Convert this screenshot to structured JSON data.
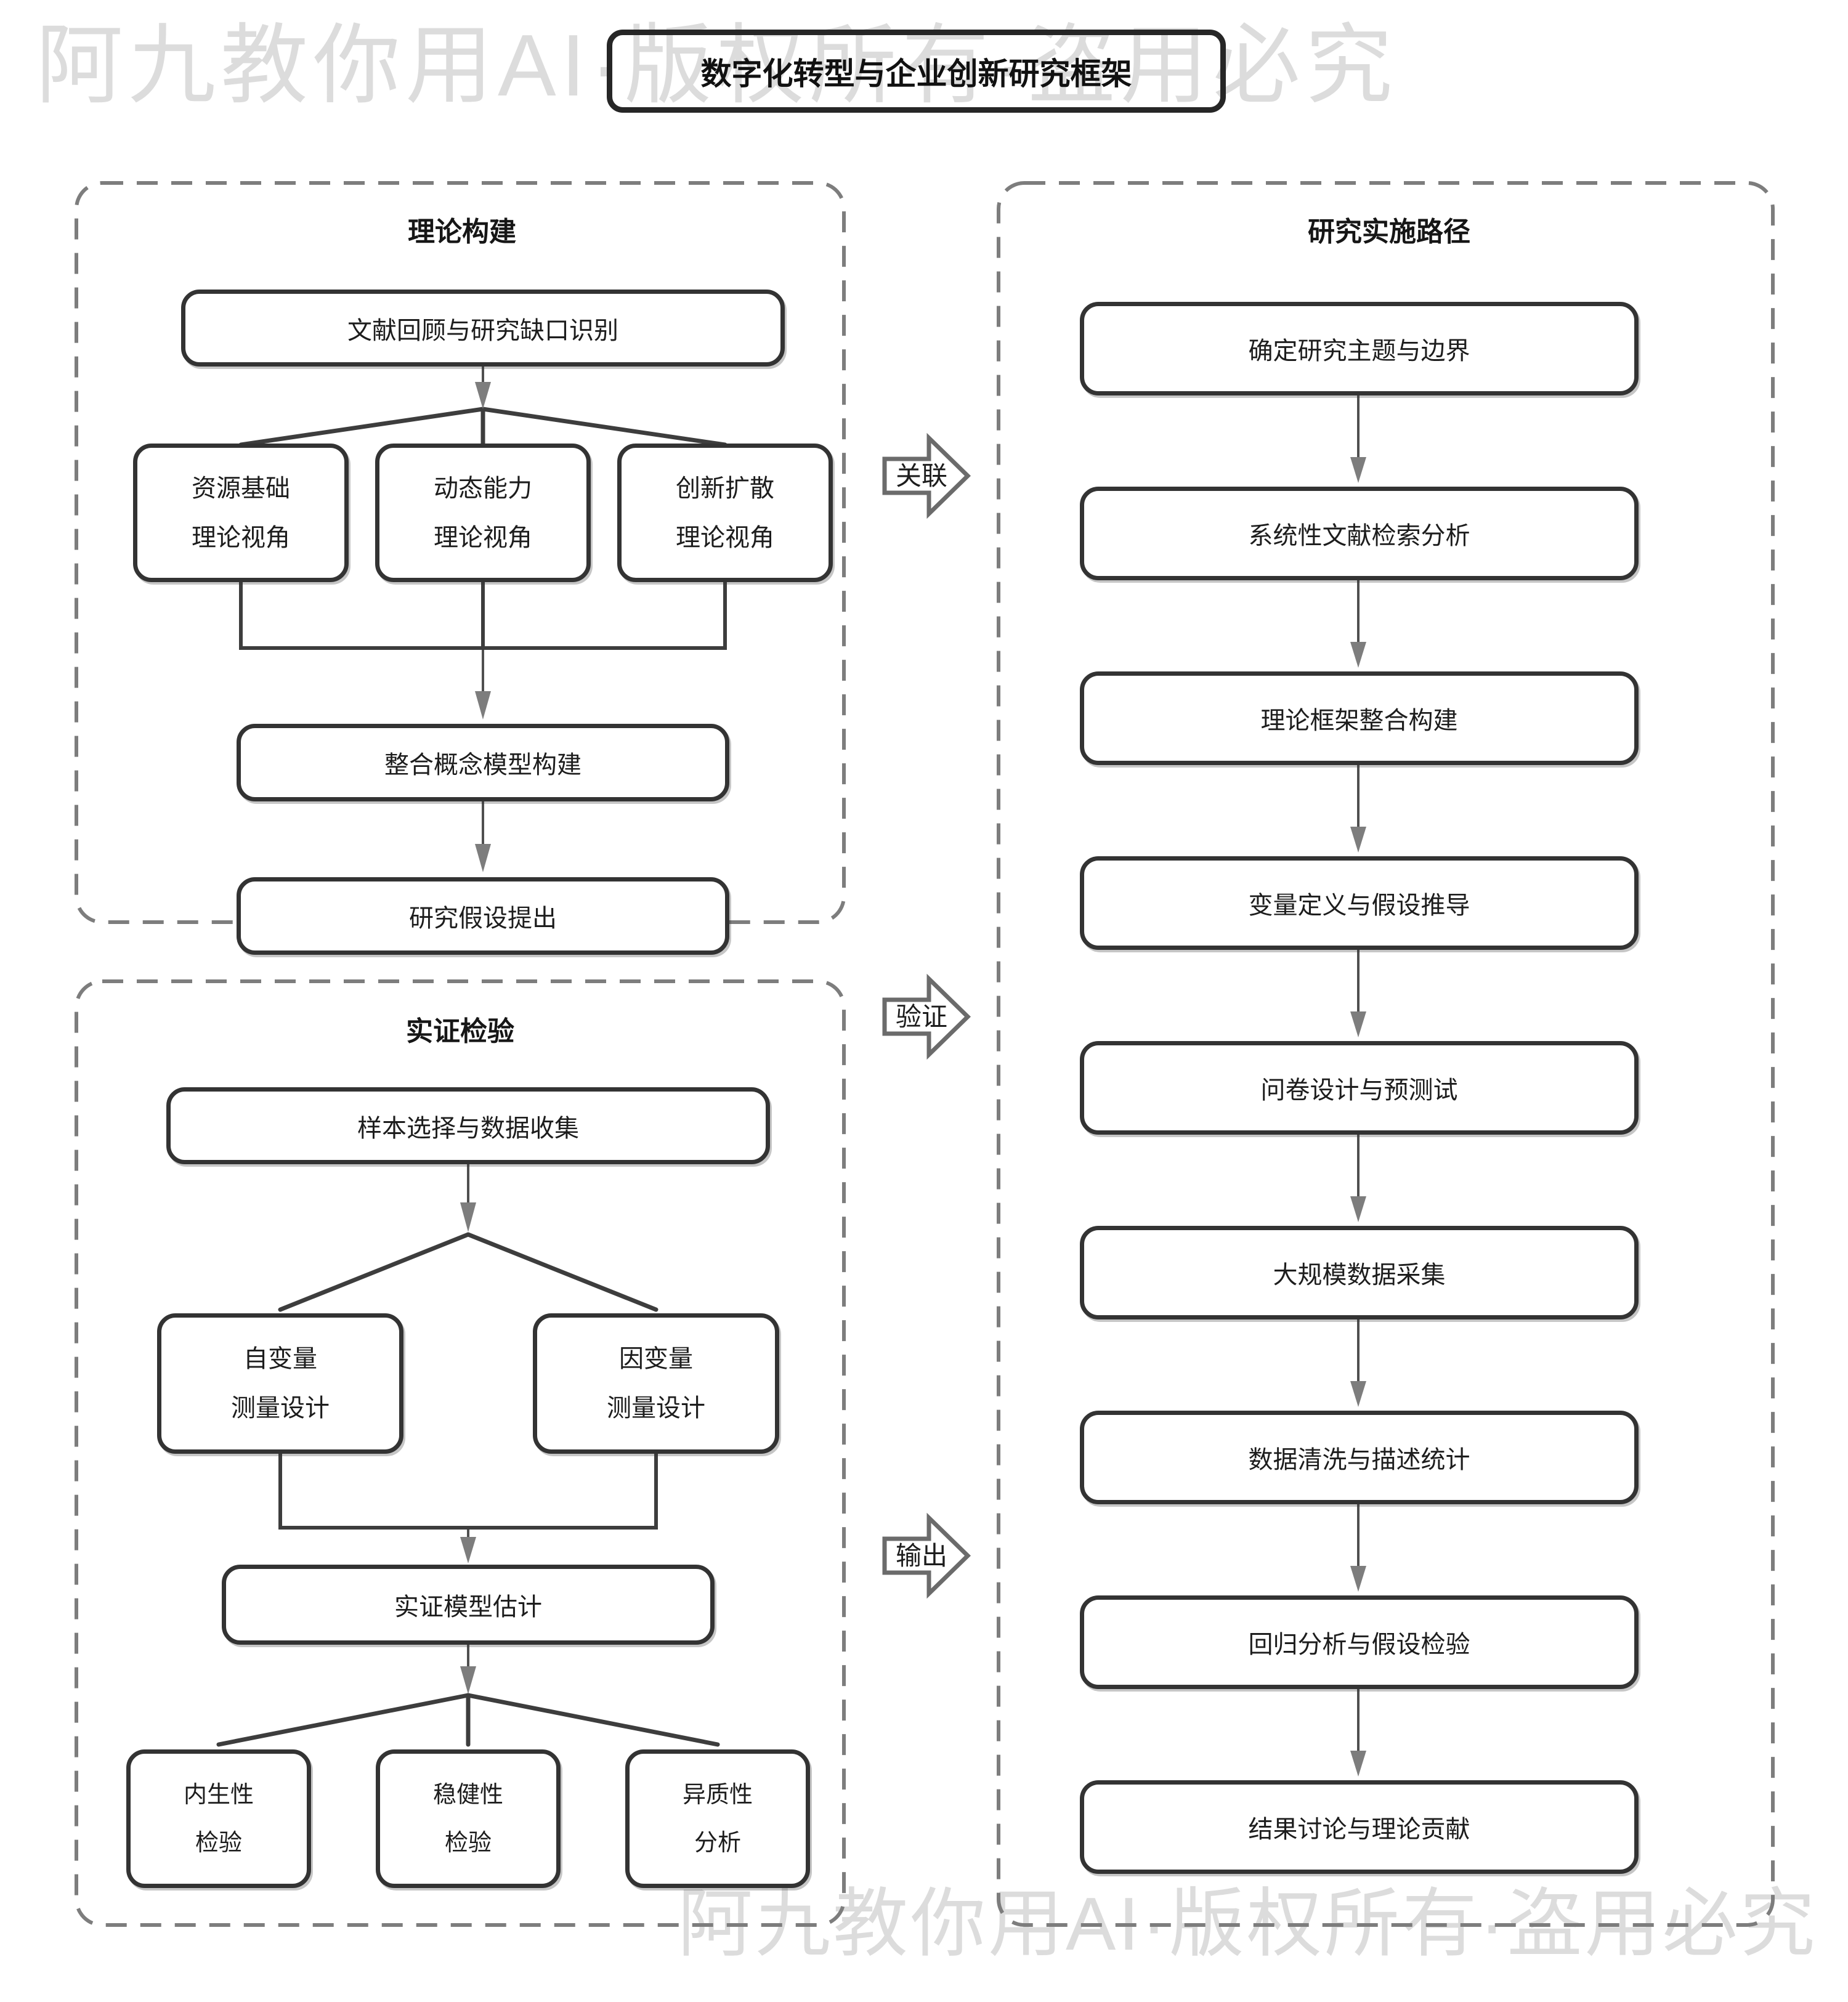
{
  "page_title": "数字化转型与企业创新研究框架",
  "watermark": {
    "text": "阿九教你用AI·版权所有·盗用必究"
  },
  "sections": {
    "theory": {
      "title": "理论构建",
      "literature_box": "文献回顾与研究缺口识别",
      "perspectives": [
        {
          "line1": "资源基础",
          "line2": "理论视角"
        },
        {
          "line1": "动态能力",
          "line2": "理论视角"
        },
        {
          "line1": "创新扩散",
          "line2": "理论视角"
        }
      ],
      "model_box": "整合概念模型构建",
      "hypothesis_box": "研究假设提出"
    },
    "empirical": {
      "title": "实证检验",
      "sample_box": "样本选择与数据收集",
      "measures": [
        {
          "line1": "自变量",
          "line2": "测量设计"
        },
        {
          "line1": "因变量",
          "line2": "测量设计"
        }
      ],
      "estimation_box": "实证模型估计",
      "checks": [
        {
          "line1": "内生性",
          "line2": "检验"
        },
        {
          "line1": "稳健性",
          "line2": "检验"
        },
        {
          "line1": "异质性",
          "line2": "分析"
        }
      ]
    },
    "implementation": {
      "title": "研究实施路径",
      "steps": [
        "确定研究主题与边界",
        "系统性文献检索分析",
        "理论框架整合构建",
        "变量定义与假设推导",
        "问卷设计与预测试",
        "大规模数据采集",
        "数据清洗与描述统计",
        "回归分析与假设检验",
        "结果讨论与理论贡献"
      ]
    }
  },
  "flow_labels": {
    "associate": "关联",
    "validate": "验证",
    "output": "输出"
  },
  "colors": {
    "box_border": "#333333",
    "dashed_border": "#7d7d7d",
    "connector": "#4f4f4f",
    "branch_line": "#3d3d3d",
    "arrowhead": "#7d7d7d",
    "block_arrow_outline": "#6b6b6b",
    "text": "#1d1d1d",
    "watermark": "#dcdcdc"
  }
}
